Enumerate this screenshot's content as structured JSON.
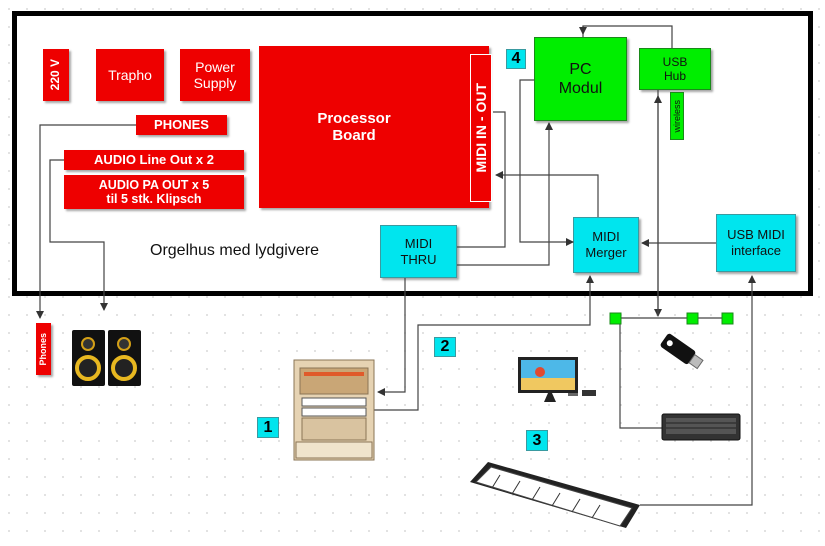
{
  "enclosure_label": "Orgelhus med lydgivere",
  "boxes": {
    "v220": "220 V",
    "trapho": "Trapho",
    "power_supply": "Power Supply",
    "processor_board": "Processor Board",
    "midi_in_out": "MIDI IN - OUT",
    "phones_out": "PHONES",
    "audio_line_out": "AUDIO  Line Out x 2",
    "audio_pa_out_line1": "AUDIO PA OUT x 5",
    "audio_pa_out_line2": "til 5 stk. Klipsch",
    "pc_modul": "PC Modul",
    "usb_hub": "USB Hub",
    "wireless": "wireless",
    "midi_thru": "MIDI THRU",
    "midi_merger": "MIDI Merger",
    "usb_midi_interface": "USB MIDI interface",
    "phones_jack": "Phones"
  },
  "markers": [
    "1",
    "2",
    "3",
    "4"
  ],
  "colors": {
    "red": "#ee0000",
    "cyan": "#00e5ee",
    "green": "#00ee00",
    "border": "#000000"
  },
  "devices": [
    "speakers",
    "organ-console",
    "monitor",
    "usb-stick",
    "computer-keyboard",
    "midi-keyboard"
  ]
}
